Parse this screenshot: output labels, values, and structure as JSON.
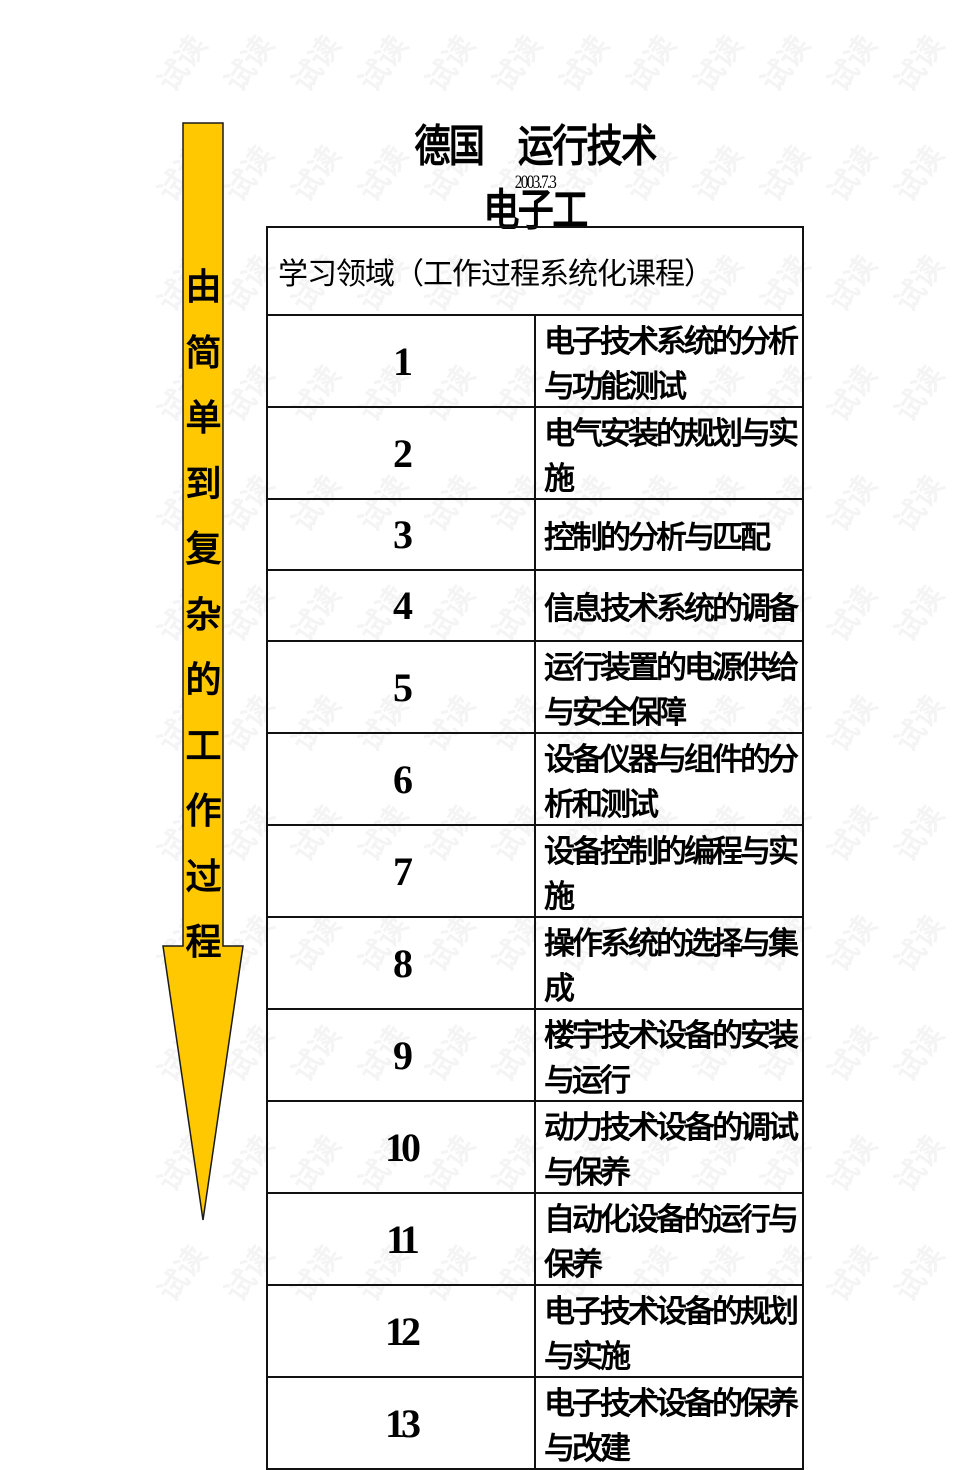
{
  "header": {
    "title": "德国　运行技术电子工",
    "date": "2003.7.3"
  },
  "arrow": {
    "label_chars": [
      "由",
      "简",
      "单",
      "到",
      "复",
      "杂",
      "的",
      "工",
      "作",
      "过",
      "程"
    ],
    "label": "由简单到复杂的工作过程",
    "fill_color": "#FFC800",
    "stroke_color": "#1a1a1a"
  },
  "table": {
    "header": "学习领域（工作过程系统化课程）",
    "rows": [
      {
        "num": "1",
        "name": "电子技术系统的分析与功能测试"
      },
      {
        "num": "2",
        "name": "电气安装的规划与实施"
      },
      {
        "num": "3",
        "name": "控制的分析与匹配"
      },
      {
        "num": "4",
        "name": "信息技术系统的调备"
      },
      {
        "num": "5",
        "name": "运行装置的电源供给与安全保障"
      },
      {
        "num": "6",
        "name": "设备仪器与组件的分析和测试"
      },
      {
        "num": "7",
        "name": "设备控制的编程与实施"
      },
      {
        "num": "8",
        "name": "操作系统的选择与集成"
      },
      {
        "num": "9",
        "name": "楼宇技术设备的安装与运行"
      },
      {
        "num": "10",
        "name": "动力技术设备的调试与保养"
      },
      {
        "num": "11",
        "name": "自动化设备的运行与保养"
      },
      {
        "num": "12",
        "name": "电子技术设备的规划与实施"
      },
      {
        "num": "13",
        "name": "电子技术设备的保养与改建"
      }
    ]
  },
  "watermark": {
    "text": "试读"
  }
}
